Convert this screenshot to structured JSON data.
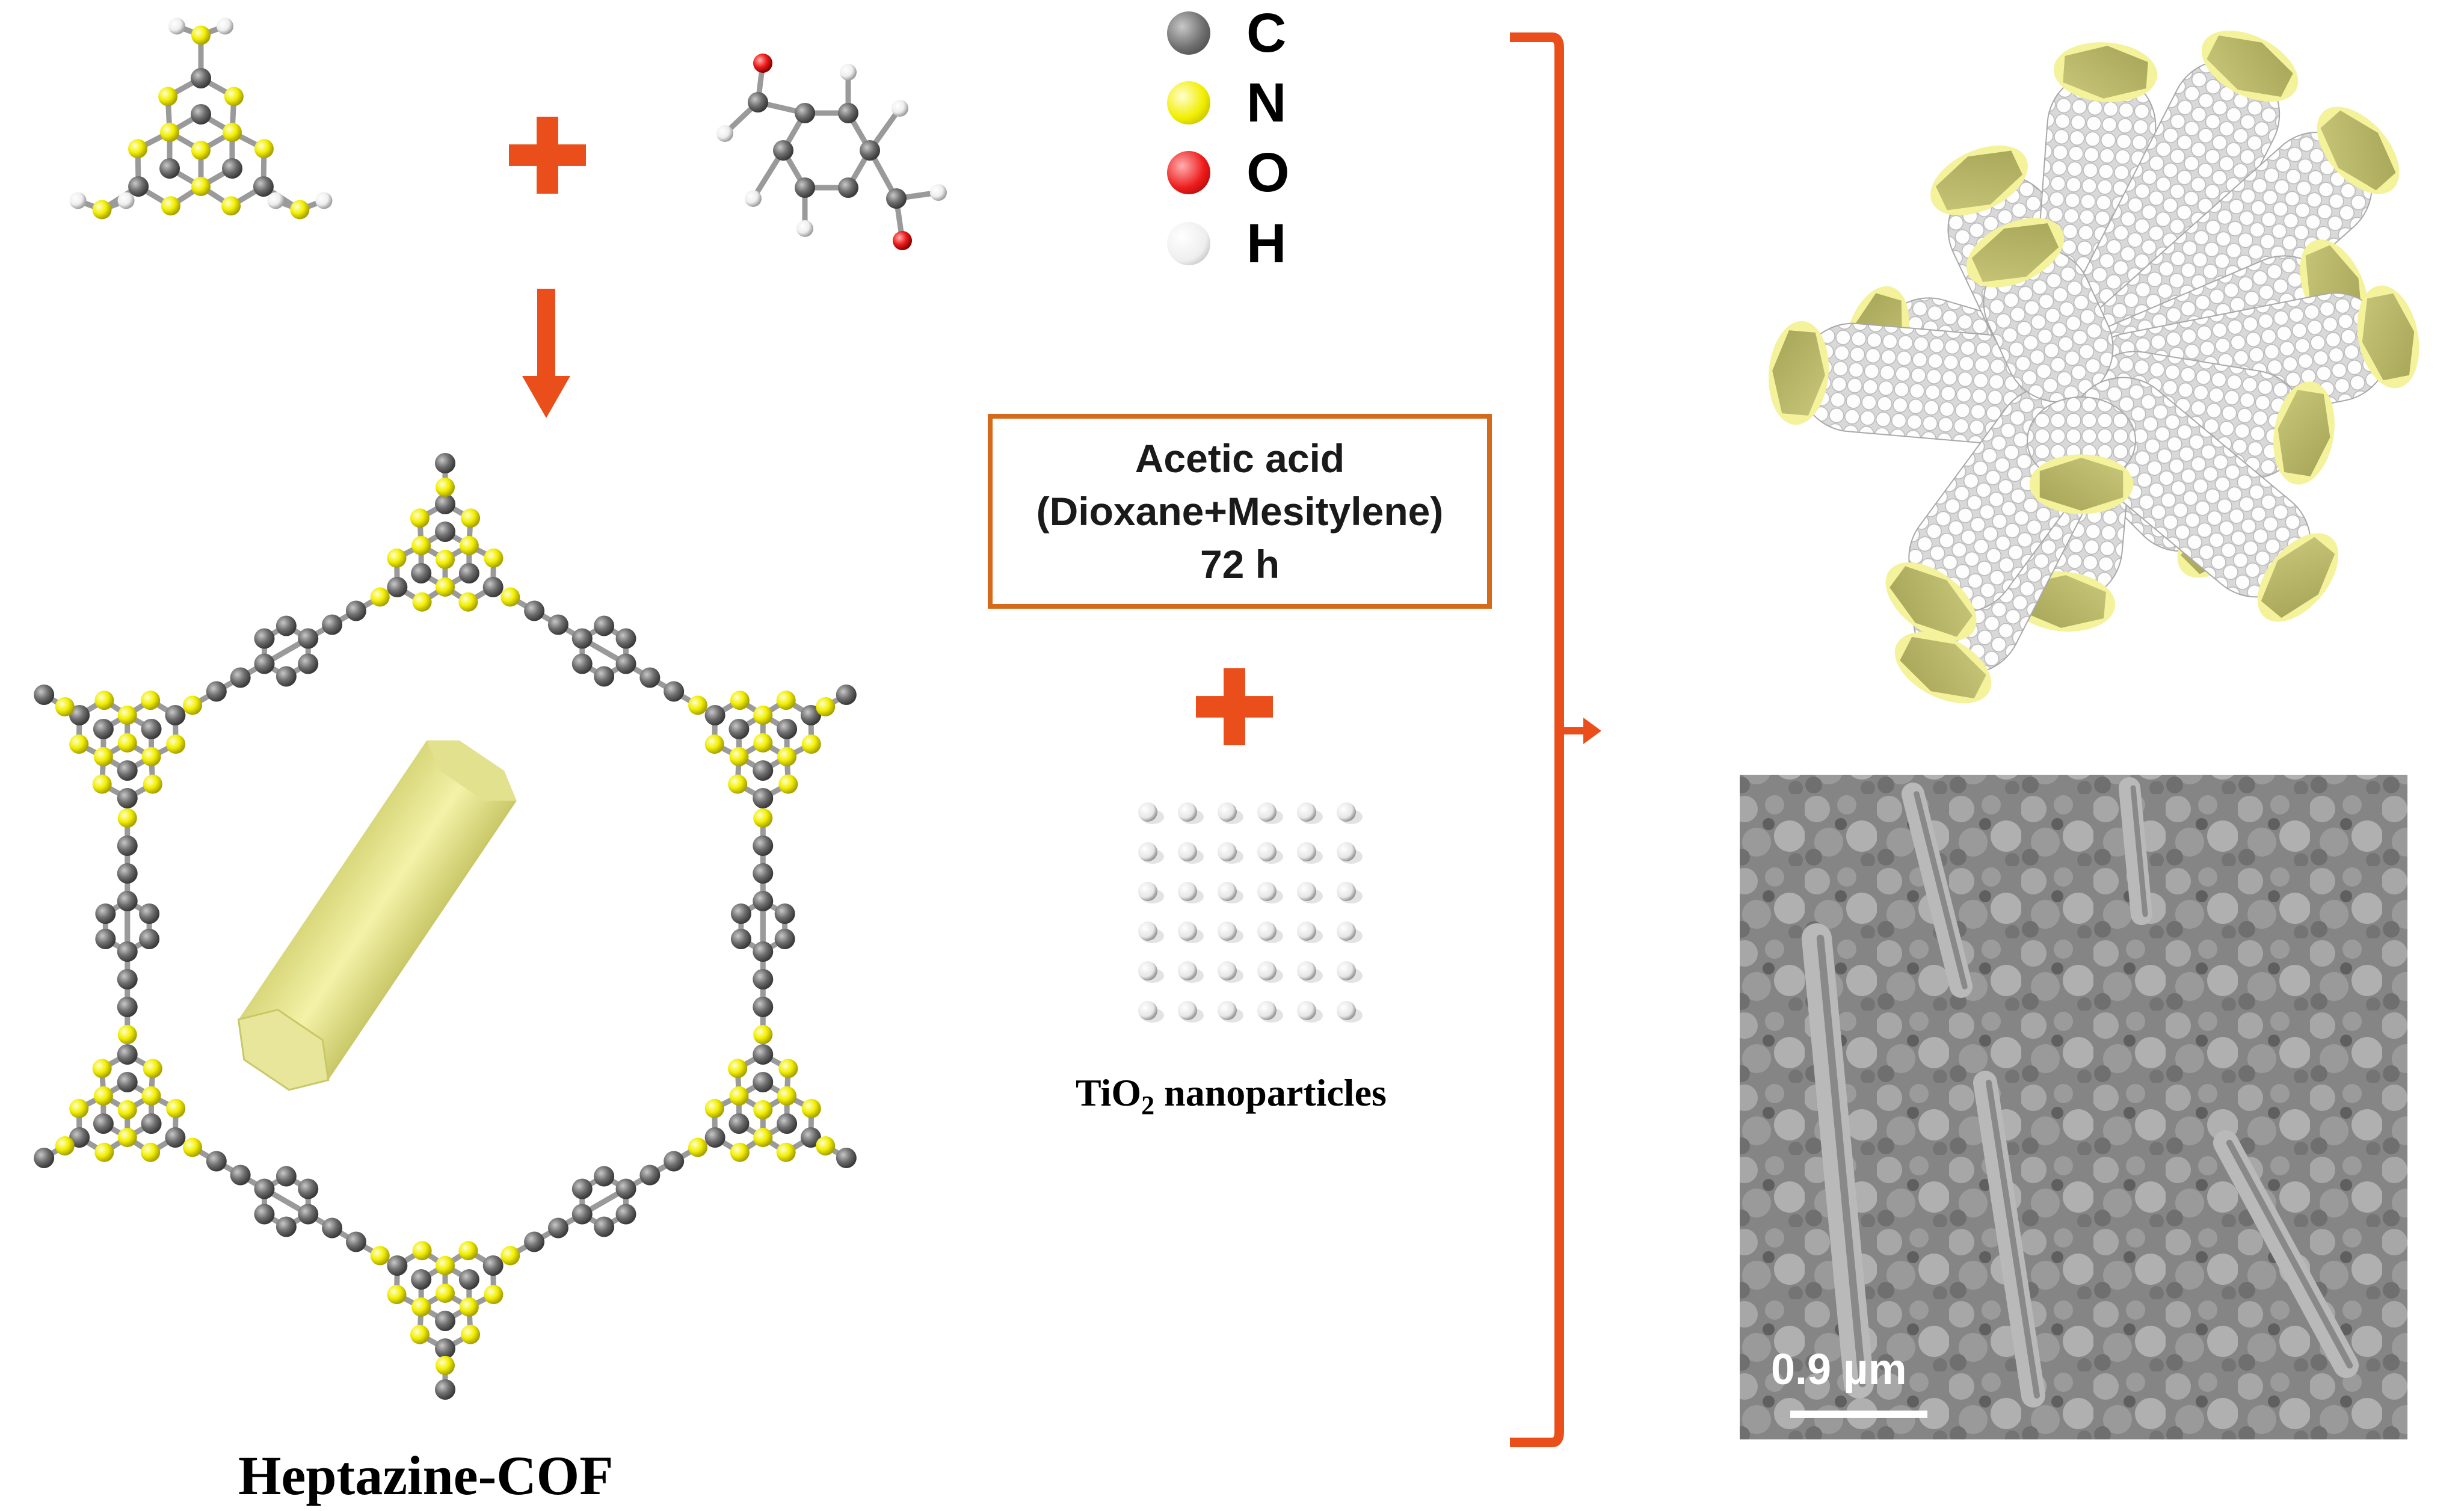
{
  "legend": [
    {
      "symbol": "C",
      "color": "#6e6e6e"
    },
    {
      "symbol": "N",
      "color": "#f2ee00"
    },
    {
      "symbol": "O",
      "color": "#ee1c1c"
    },
    {
      "symbol": "H",
      "color": "#f0f0f0"
    }
  ],
  "reaction_conditions": {
    "line1": "Acetic acid",
    "line2": "(Dioxane+Mesitylene)",
    "line3": "72 h"
  },
  "cof_label": "Heptazine-COF",
  "tio2_label": {
    "prefix": "TiO",
    "subscript": "2",
    "suffix": " nanoparticles"
  },
  "sem": {
    "scale_label": "0.9 µm"
  },
  "colors": {
    "arrow": "#e94e1b",
    "box_border": "#d46a1a",
    "carbon": "#6e6e6e",
    "nitrogen": "#f2ee00",
    "oxygen": "#ee1c1c",
    "hydrogen": "#f0f0f0",
    "rod_face": "#9c9a4e",
    "rod_rim": "#f2f08a",
    "sem_bg": "#8a8a8a"
  }
}
